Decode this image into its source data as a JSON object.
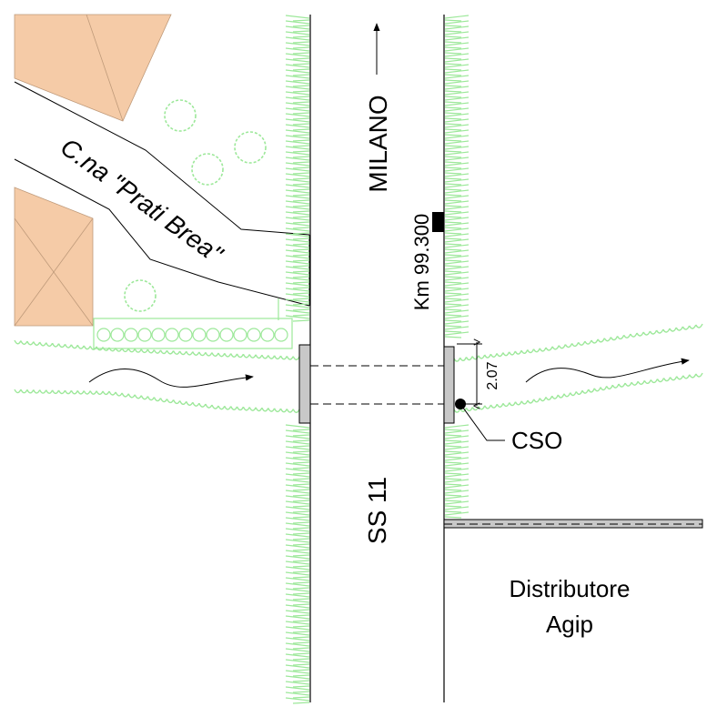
{
  "colors": {
    "building": "#f5cba7",
    "building_edge": "#bf9a7a",
    "vegetation": "#9de89a",
    "headwall": "#c8c8c8",
    "line": "#000000"
  },
  "labels": {
    "farmstead": "C.na \"Prati Brea\"",
    "direction": "MILANO",
    "kilometer_marker": "Km 99.300",
    "road": "SS 11",
    "culvert_width": "2.07",
    "cso": "CSO",
    "station_line1": "Distributore",
    "station_line2": "Agip"
  },
  "icons": {
    "direction_arrow": "arrow-up-icon",
    "flow_upstream": "flow-arrow-icon",
    "flow_downstream": "flow-arrow-icon",
    "kilometer_stone": "milestone-icon",
    "cso_point": "cso-point-icon"
  }
}
